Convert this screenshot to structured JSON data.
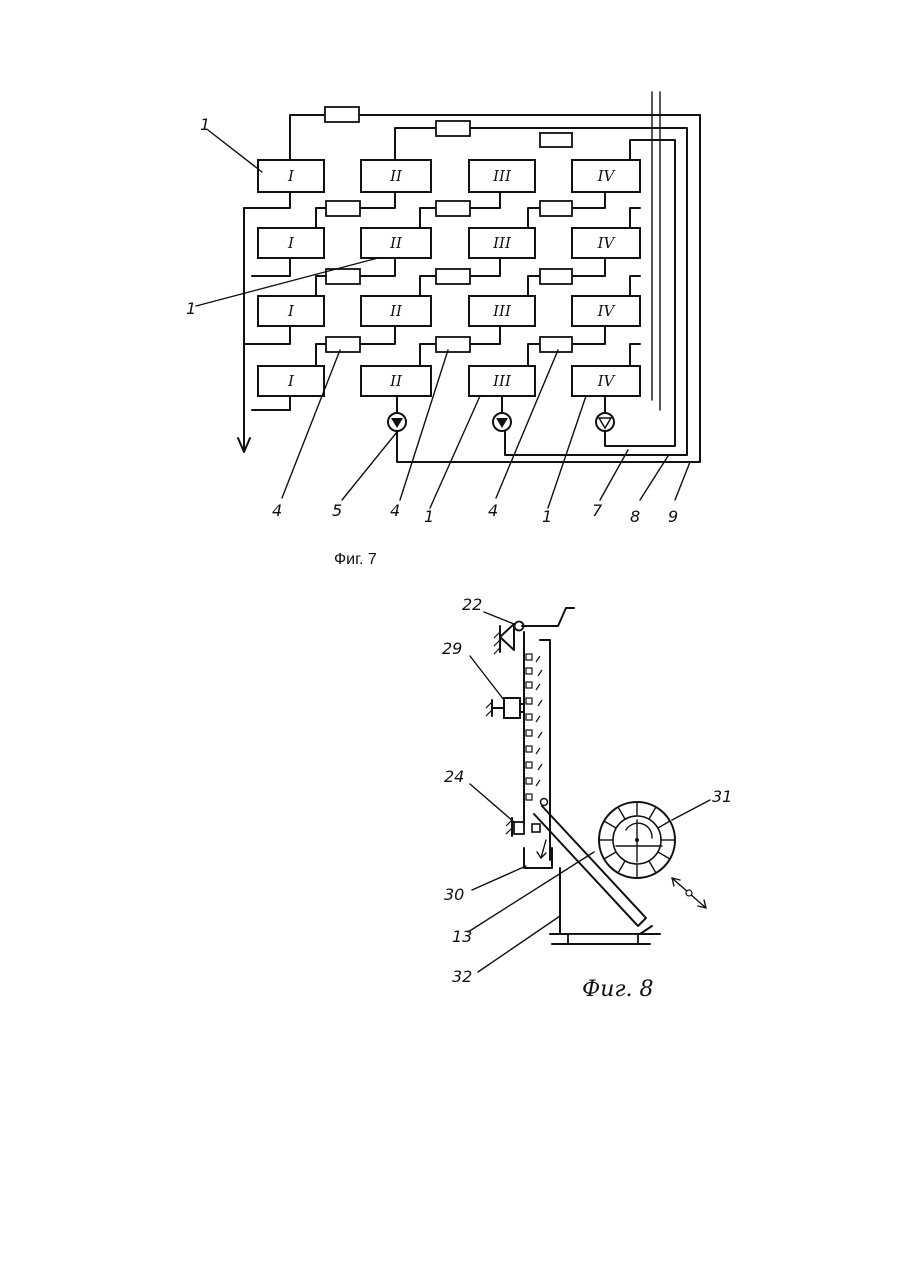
{
  "figure7": {
    "caption": "Фиг. 7",
    "unit_labels": [
      [
        "I",
        "II",
        "III",
        "IV"
      ],
      [
        "I",
        "II",
        "III",
        "IV"
      ],
      [
        "I",
        "II",
        "III",
        "IV"
      ],
      [
        "I",
        "II",
        "III",
        "IV"
      ]
    ],
    "callouts": {
      "top_left": "1",
      "mid_left": "1",
      "bottom": [
        "4",
        "5",
        "4",
        "1",
        "4",
        "1",
        "7",
        "8",
        "9"
      ]
    }
  },
  "figure8": {
    "caption": "Фиг. 8",
    "callouts": {
      "c22": "22",
      "c29": "29",
      "c24": "24",
      "c31": "31",
      "c30": "30",
      "c13": "13",
      "c32": "32"
    }
  }
}
